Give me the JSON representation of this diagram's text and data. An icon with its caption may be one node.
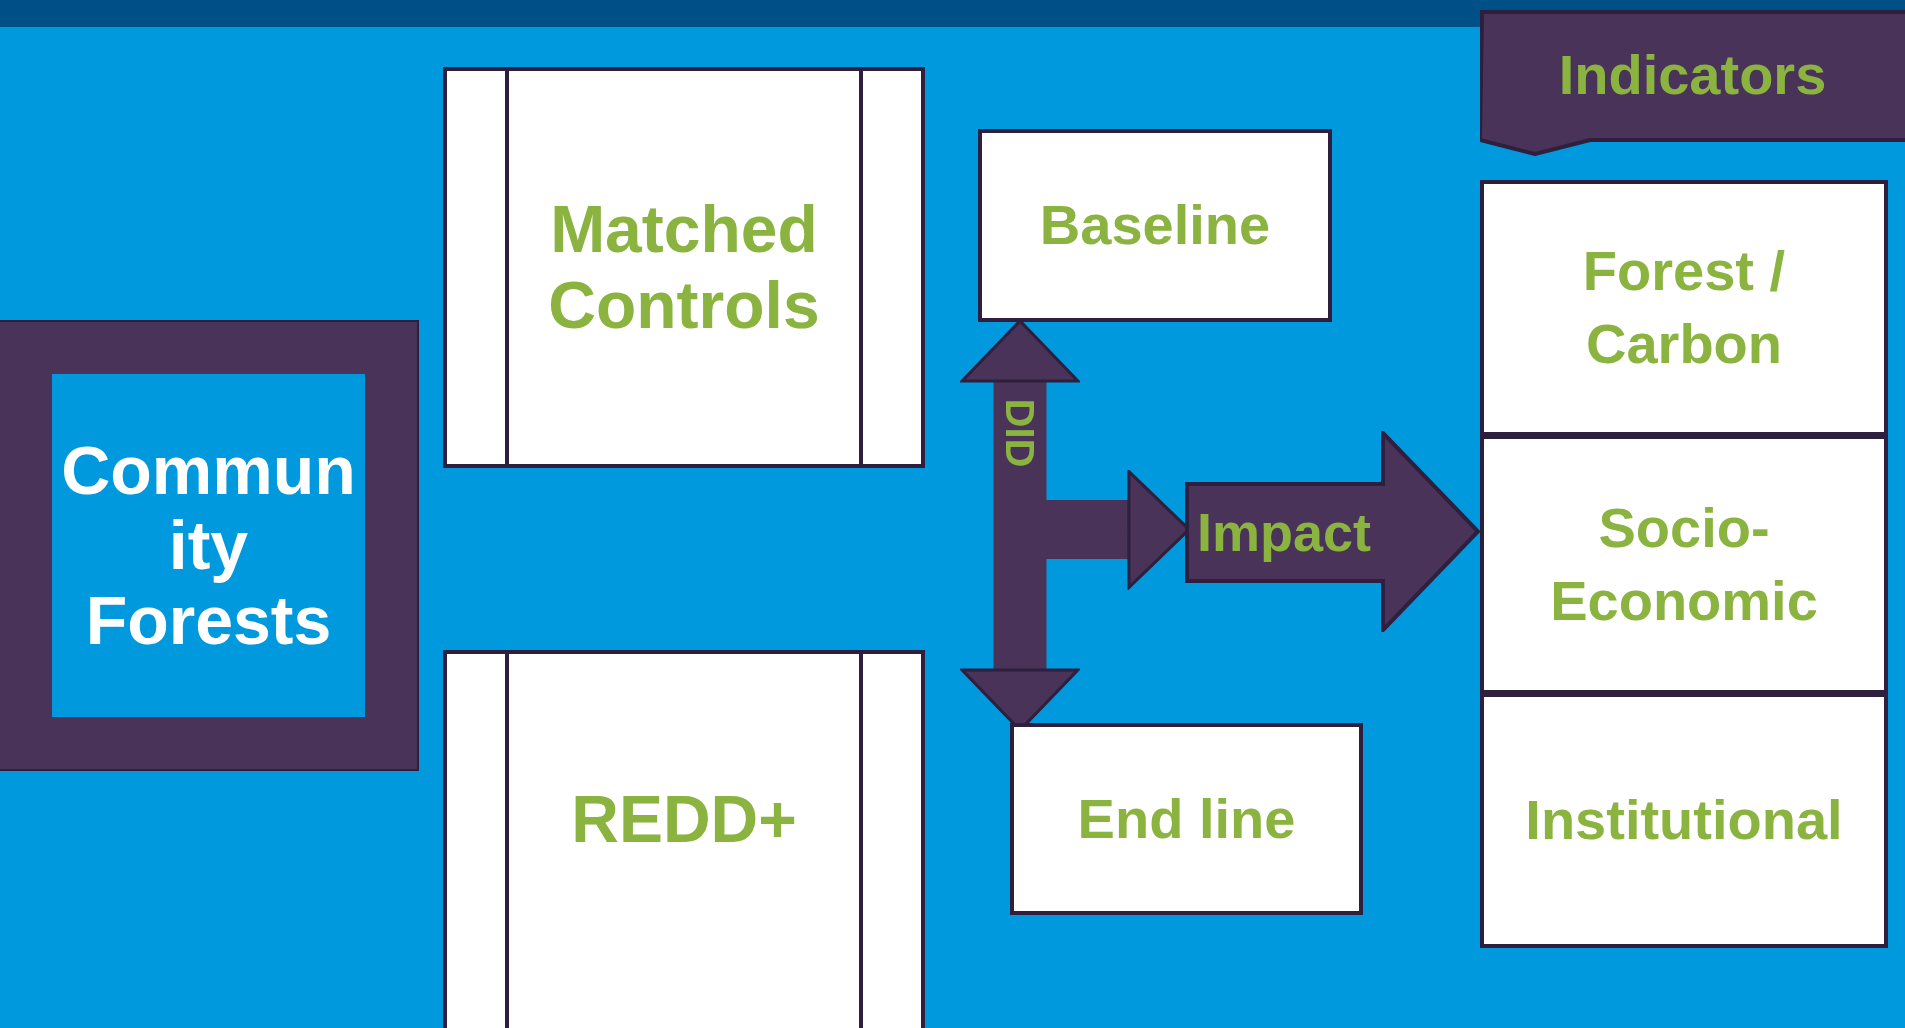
{
  "diagram": {
    "nodes": [
      {
        "text": [
          "Community Forests"
        ]
      },
      {
        "text": [
          "Matched Controls"
        ]
      },
      {
        "text": [
          "REDD+"
        ]
      },
      {
        "text": [
          "Baseline"
        ]
      },
      {
        "text": [
          "End line"
        ]
      },
      {
        "text": [
          "Impact"
        ]
      },
      {
        "text": [
          "Indicators"
        ]
      },
      {
        "text": [
          "Forest / Carbon"
        ]
      },
      {
        "text": [
          "Socio-Economic"
        ]
      },
      {
        "text": [
          "Institutional"
        ]
      }
    ],
    "edges": [
      {
        "from": 3,
        "to": 4,
        "arrow": "both",
        "label": "DID"
      },
      {
        "from": null,
        "to": 5,
        "arrow": "to"
      }
    ]
  }
}
